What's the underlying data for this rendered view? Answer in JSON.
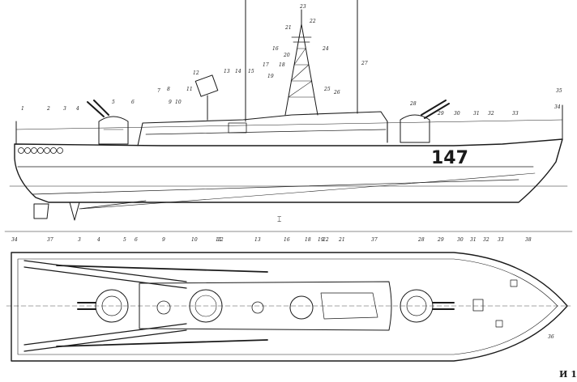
{
  "drawing": {
    "hull_number": "147",
    "figure_label": "И 1",
    "axis_mark": "⌶",
    "side_view_callouts": [
      "1",
      "2",
      "3",
      "4",
      "5",
      "6",
      "7",
      "8",
      "9",
      "10",
      "11",
      "12",
      "13",
      "14",
      "15",
      "16",
      "17",
      "18",
      "19",
      "20",
      "21",
      "22",
      "23",
      "24",
      "25",
      "26",
      "27",
      "28",
      "29",
      "30",
      "31",
      "32",
      "33",
      "34",
      "35"
    ],
    "plan_view_callouts": [
      "34",
      "37",
      "3",
      "4",
      "5",
      "6",
      "9",
      "10",
      "11",
      "12",
      "13",
      "16",
      "18",
      "19",
      "22",
      "21",
      "37",
      "28",
      "29",
      "30",
      "31",
      "32",
      "33",
      "36",
      "38"
    ]
  }
}
